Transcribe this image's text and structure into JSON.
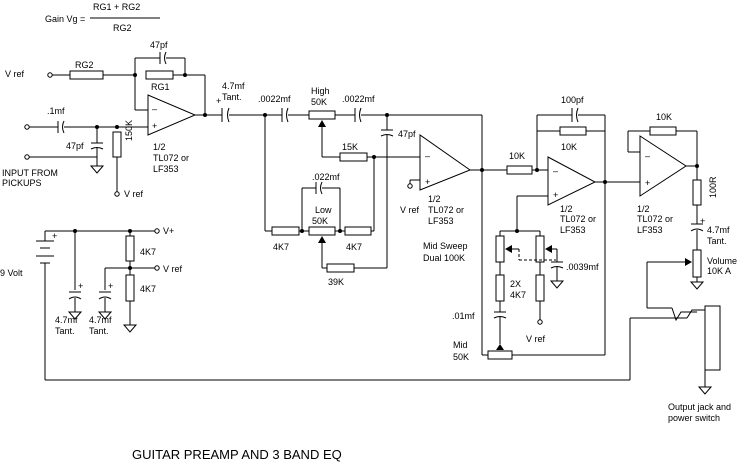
{
  "title": "GUITAR PREAMP AND 3 BAND EQ",
  "gain_formula": {
    "lhs": "Gain Vg =",
    "numerator": "RG1 + RG2",
    "denominator": "RG2"
  },
  "input": {
    "label_line1": "INPUT FROM",
    "label_line2": "PICKUPS"
  },
  "vref": "V ref",
  "vplus": "V+",
  "plus": "+",
  "opamp_minus": "–",
  "opamp_plus": "+",
  "opamp_text": {
    "half": "1/2",
    "part1": "TL072 or",
    "part2": "LF353"
  },
  "components": {
    "rg1": "RG1",
    "rg2": "RG2",
    "c_47pf": "47pf",
    "c_1mf": ".1mf",
    "r_150k": "150K",
    "c_4_7mf_tant_a": "4.7mf",
    "tant": "Tant.",
    "c_0022_a": ".0022mf",
    "c_0022_b": ".0022mf",
    "high": "High",
    "high_pot": "50K",
    "r_15k": "15K",
    "c_47pf_b": "47pf",
    "c_022": ".022mf",
    "low": "Low",
    "low_pot": "50K",
    "r_4k7_a": "4K7",
    "r_4k7_b": "4K7",
    "r_39k": "39K",
    "r_10k_a": "10K",
    "r_10k_b": "10K",
    "r_10k_c": "10K",
    "c_100pf": "100pf",
    "mid_sweep": "Mid Sweep",
    "dual_100k": "Dual 100K",
    "two_x": "2X",
    "two_x_val": "4K7",
    "c_0039": ".0039mf",
    "c_01mf": ".01mf",
    "mid": "Mid",
    "mid_pot": "50K",
    "r_100r": "100R",
    "c_4_7mf_b": "4.7mf",
    "volume": "Volume",
    "volume_val": "10K A",
    "supply_4k7_a": "4K7",
    "supply_4k7_b": "4K7",
    "supply_c1": "4.7mf",
    "supply_c2": "4.7mf",
    "battery": "9 Volt"
  },
  "output": {
    "line1": "Output jack and",
    "line2": "power switch"
  }
}
